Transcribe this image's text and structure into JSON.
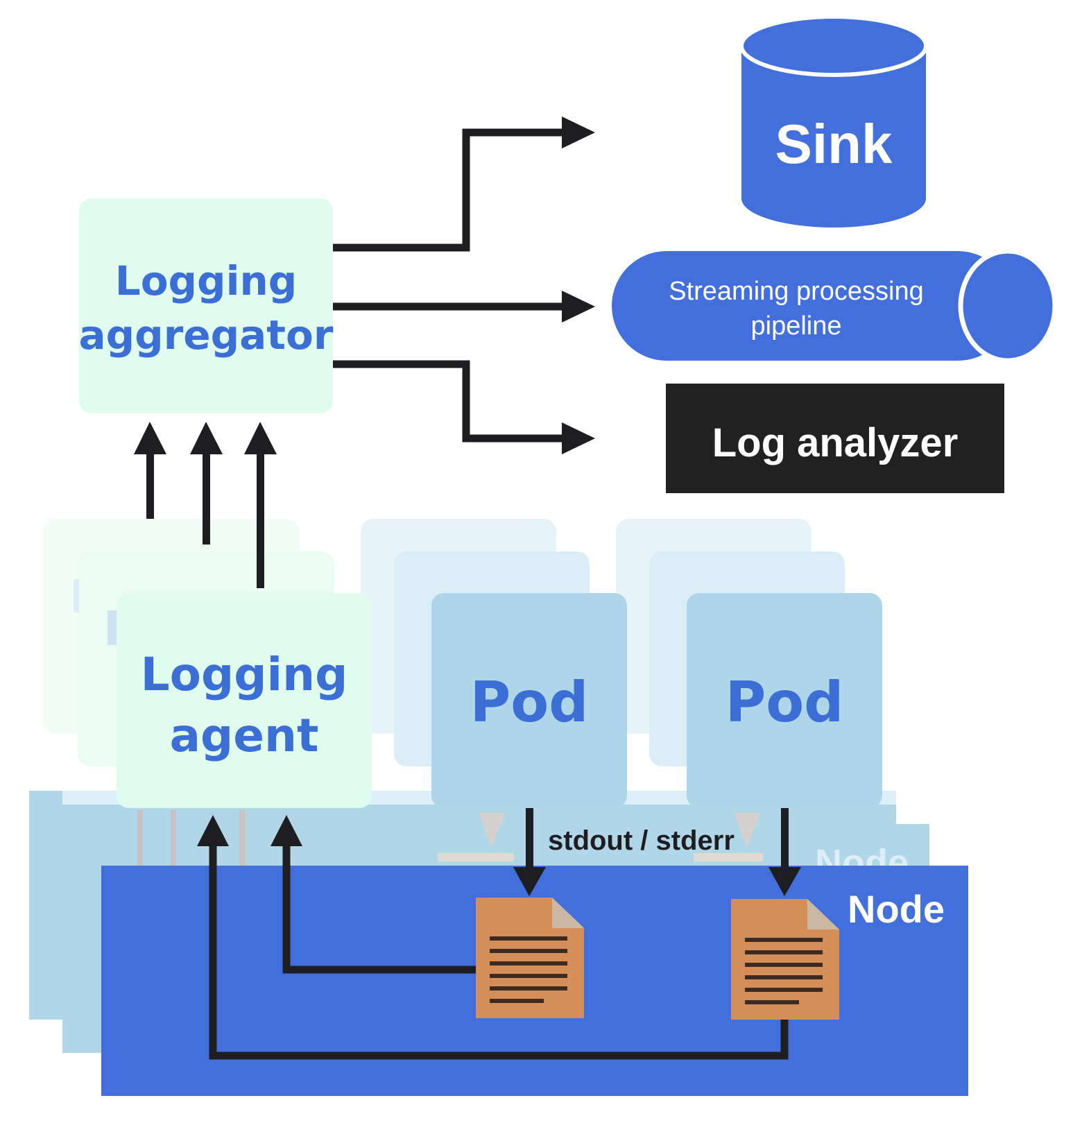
{
  "colors": {
    "node_blue": "#436FDC",
    "node_shadow_light": "#B0D6E7",
    "node_shadow_lighter": "#DCEEF7",
    "pod_fill": "#AFD5E8",
    "pod_text": "#3B6FD6",
    "agent_fill": "#E0FCEE",
    "agent_text": "#3B6FD6",
    "sink_fill": "#436FDC",
    "analyzer_fill": "#212121",
    "log_file": "#D68E58",
    "log_file_fold": "#CBB8A2",
    "arrow": "#1E1E22"
  },
  "aggregator": {
    "line1": "Logging",
    "line2": "aggregator"
  },
  "agent": {
    "line1": "Logging",
    "line2": "agent"
  },
  "pods": [
    {
      "label": "Pod"
    },
    {
      "label": "Pod"
    }
  ],
  "stream_label": "stdout / stderr",
  "node": {
    "label": "Node",
    "ghost_label": "Node"
  },
  "sink": {
    "label": "Sink"
  },
  "pipeline": {
    "line1": "Streaming processing",
    "line2": "pipeline"
  },
  "analyzer": {
    "label": "Log analyzer"
  },
  "icons": [
    "log-file-icon",
    "log-file-icon"
  ]
}
